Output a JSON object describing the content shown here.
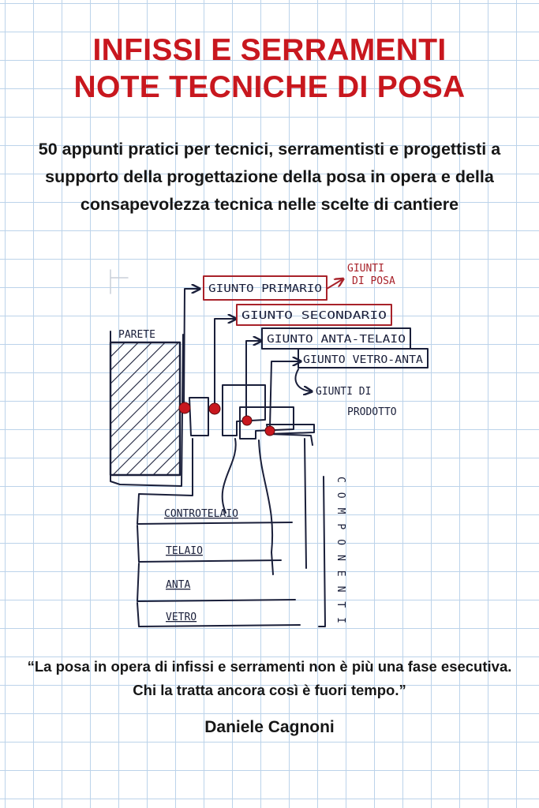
{
  "cover": {
    "title_lines": [
      "INFISSI E SERRAMENTI",
      "NOTE TECNICHE DI POSA"
    ],
    "subtitle": "50 appunti pratici per tecnici, serramentisti e progettisti a supporto della progettazione della posa in opera e della consapevolezza tecnica nelle scelte di cantiere",
    "quote": "“La posa in opera di infissi e serramenti non è più una fase esecutiva. Chi la tratta ancora così è fuori tempo.”",
    "author": "Daniele Cagnoni"
  },
  "sketch": {
    "wall_label": "PARETE",
    "joint_labels": [
      "GIUNTO PRIMARIO",
      "GIUNTO SECONDARIO",
      "GIUNTO ANTA-TELAIO",
      "GIUNTO VETRO-ANTA"
    ],
    "group_label_joints": [
      "GIUNTI",
      "DI POSA"
    ],
    "group_label_product": [
      "GIUNTI DI",
      "PRODOTTO"
    ],
    "component_labels": [
      "CONTROTELAIO",
      "TELAIO",
      "ANTA",
      "VETRO"
    ],
    "components_heading": "COMPONENTI",
    "colors": {
      "ink": "#1a1f3a",
      "red_ink": "#a8222a",
      "marker": "#c8171e"
    }
  }
}
